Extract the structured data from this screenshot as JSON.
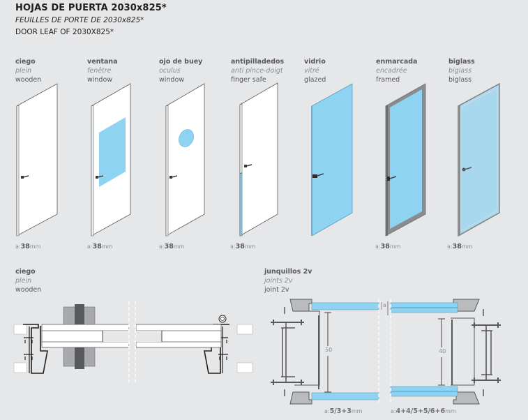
{
  "header": {
    "title_es": "HOJAS DE PUERTA 2030x825*",
    "title_fr": "FEUILLES DE PORTE DE 2030x825*",
    "title_en": "DOOR LEAF OF 2030X825*"
  },
  "doors": [
    {
      "es": "ciego",
      "fr": "plein",
      "en": "wooden",
      "thickness_prefix": "a:",
      "thickness_value": "38",
      "thickness_unit": "mm"
    },
    {
      "es": "ventana",
      "fr": "fenêtre",
      "en": "window",
      "thickness_prefix": "a:",
      "thickness_value": "38",
      "thickness_unit": "mm"
    },
    {
      "es": "ojo de buey",
      "fr": "oculus",
      "en": "window",
      "thickness_prefix": "a:",
      "thickness_value": "38",
      "thickness_unit": "mm"
    },
    {
      "es": "antipilladedos",
      "fr": "anti pince-doigt",
      "en": "finger safe",
      "thickness_prefix": "a:",
      "thickness_value": "38",
      "thickness_unit": "mm"
    },
    {
      "es": "vidrio",
      "fr": "vitré",
      "en": "glazed"
    },
    {
      "es": "enmarcada",
      "fr": "encadrée",
      "en": "framed",
      "thickness_prefix": "a:",
      "thickness_value": "38",
      "thickness_unit": "mm"
    },
    {
      "es": "biglass",
      "fr": "biglass",
      "en": "biglass",
      "thickness_prefix": "a:",
      "thickness_value": "38",
      "thickness_unit": "mm"
    }
  ],
  "sections": [
    {
      "es": "ciego",
      "fr": "plein",
      "en": "wooden"
    },
    {
      "es": "junquillos 2v",
      "fr": "joints 2v",
      "en": "joint 2v",
      "dim_left": "50",
      "dim_right": "40",
      "gap_label": "a",
      "glass_left_prefix": "a:",
      "glass_left_value": "5/3+3",
      "glass_left_unit": "mm",
      "glass_right_prefix": "a:",
      "glass_right_value": "4+4/5+5/6+6",
      "glass_right_unit": "mm"
    }
  ],
  "colors": {
    "background": "#e6e7e8",
    "glass": "#8fd3f3",
    "frame_grey": "#8a8c8e",
    "dark_grey": "#58595b"
  }
}
